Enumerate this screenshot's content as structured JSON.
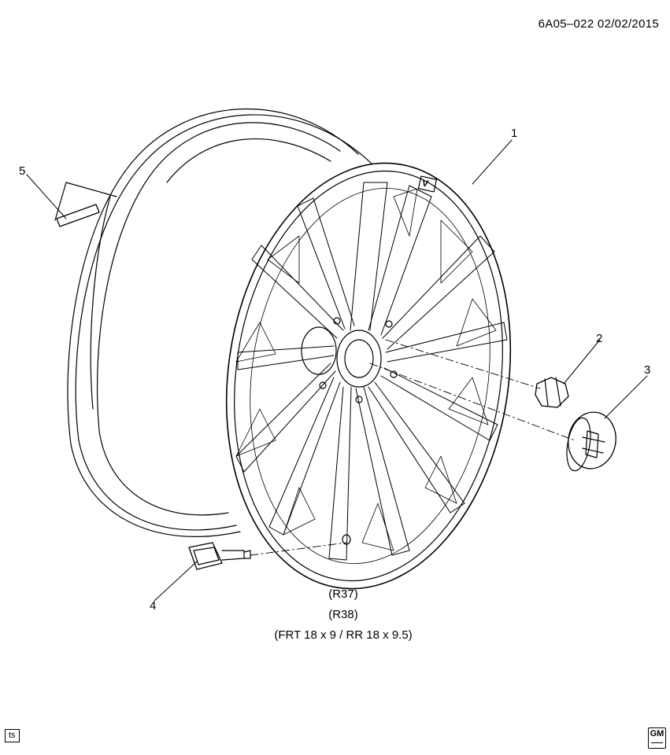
{
  "diagram": {
    "ref_code": "6A05–022  02/02/2015",
    "callouts": [
      {
        "id": "1",
        "label": "1"
      },
      {
        "id": "2",
        "label": "2"
      },
      {
        "id": "3",
        "label": "3"
      },
      {
        "id": "4",
        "label": "4"
      },
      {
        "id": "5",
        "label": "5"
      }
    ],
    "caption_lines": [
      "(R37)",
      "(R38)",
      "(FRT 18 x 9 / RR 18 x 9.5)"
    ],
    "footer_tag": "ts",
    "logo_text": "GM",
    "emblem_text": "V"
  }
}
